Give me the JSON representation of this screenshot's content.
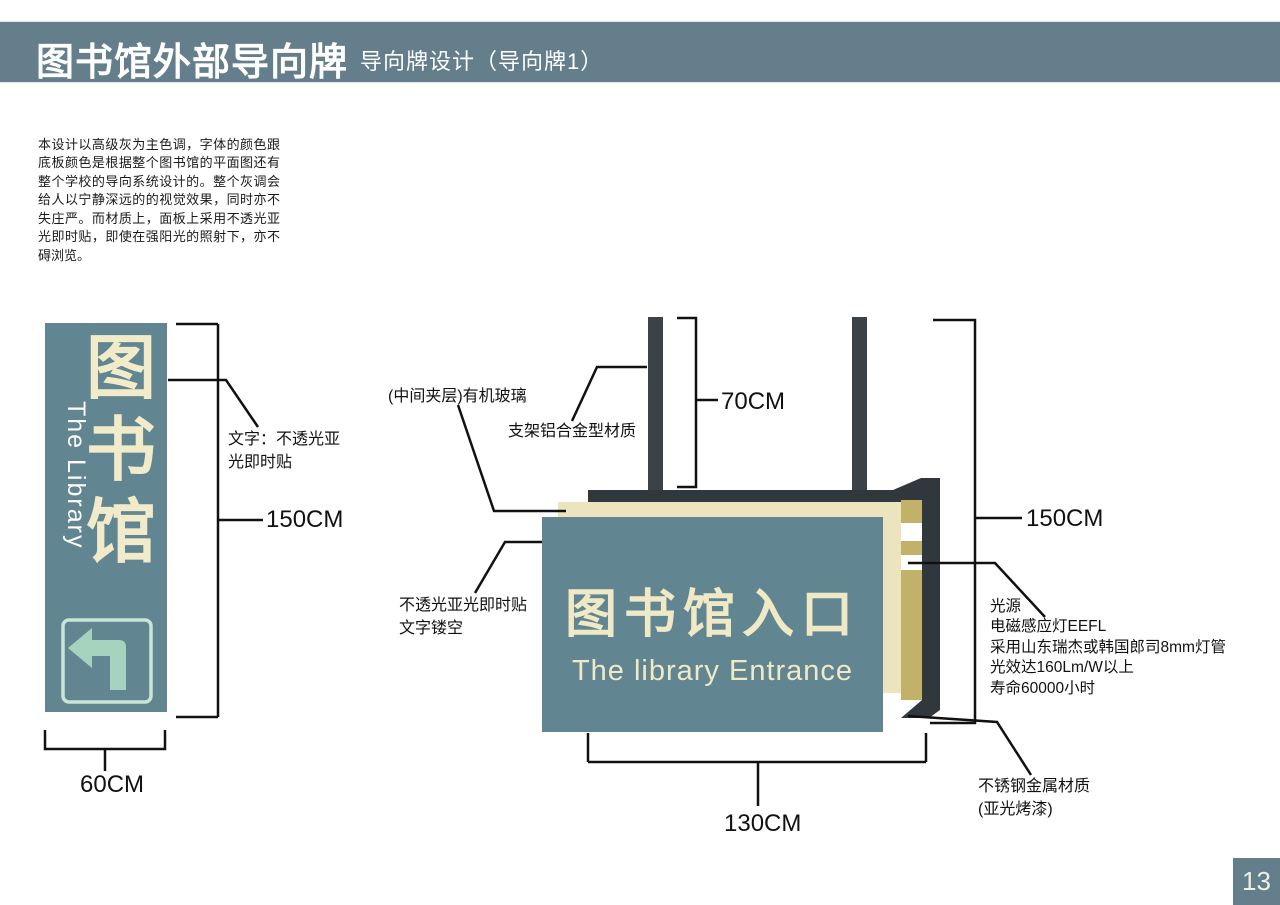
{
  "header": {
    "title": "图书馆外部导向牌",
    "subtitle": "导向牌设计（导向牌1）"
  },
  "intro_text": "本设计以高级灰为主色调，字体的颜色跟底板颜色是根据整个图书馆的平面图还有整个学校的导向系统设计的。整个灰调会给人以宁静深远的的视觉效果，同时亦不失庄严。而材质上，面板上采用不透光亚光即时贴，即使在强阳光的照射下，亦不碍浏览。",
  "vertical_sign": {
    "char_1": "图",
    "char_2": "书",
    "char_3": "馆",
    "english": "The Library",
    "arrow_icon": "turn-left-arrow",
    "height_label": "150CM",
    "width_label": "60CM",
    "text_callout": "文字：不透光亚\n光即时贴"
  },
  "entrance_sign": {
    "title": "图书馆入口",
    "subtitle": "The library Entrance",
    "post_height_label": "70CM",
    "height_label": "150CM",
    "width_label": "130CM",
    "callout_glass": "(中间夹层)有机玻璃",
    "callout_frame": "支架铝合金型材质",
    "callout_sticker": "不透光亚光即时贴\n文字镂空",
    "callout_light": "光源\n电磁感应灯EEFL\n采用山东瑞杰或韩国郎司8mm灯管\n光效达160Lm/W以上\n寿命60000小时",
    "callout_steel": "不锈钢金属材质\n(亚光烤漆)"
  },
  "page_number": "13",
  "colors": {
    "slate_panel": "#618591",
    "header_bar": "#647f8b",
    "cream_panel": "#ece4bf",
    "cream_text": "#f2ebca",
    "khaki_side": "#c2b269",
    "charcoal_frame": "#31383d",
    "post": "#3b4248",
    "mint_arrow": "#a6d3bd",
    "mint_outline": "#c8e6d6",
    "line": "#111111"
  }
}
